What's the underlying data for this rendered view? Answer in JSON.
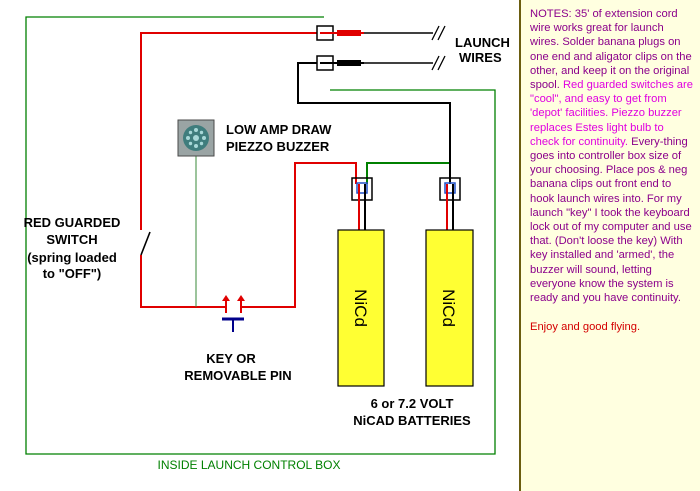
{
  "colors": {
    "red_wire": "#e00000",
    "green_wire": "#008000",
    "black_wire": "#000000",
    "battery_fill": "#ffff33",
    "notes_bg": "#ffffe0",
    "notes_purple": "#8b008b",
    "notes_magenta": "#e000e0",
    "notes_red": "#d40000"
  },
  "labels": {
    "launch_wires_line1": "LAUNCH",
    "launch_wires_line2": "WIRES",
    "buzzer_line1": "LOW AMP DRAW",
    "buzzer_line2": "PIEZZO BUZZER",
    "switch_line1": "RED GUARDED",
    "switch_line2": "SWITCH",
    "switch_line3": "(spring loaded",
    "switch_line4": "to \"OFF\")",
    "key_line1": "KEY OR",
    "key_line2": "REMOVABLE PIN",
    "battery_left": "NiCd",
    "battery_right": "NiCd",
    "batteries_line1": "6 or 7.2 VOLT",
    "batteries_line2": "NiCAD BATTERIES",
    "box_caption": "INSIDE LAUNCH CONTROL BOX"
  },
  "notes": {
    "part1": "NOTES:  35' of extension cord wire works great for launch wires.  Solder banana plugs on one end and aligator clips on the other, and keep it on the original spool.",
    "part2": " Red guarded switches are \"cool\", and easy to get from 'depot' facilities.  Piezzo buzzer replaces Estes light bulb to check for continuity.",
    "part3": "  Every-thing goes into controller box size of your choosing.  Place pos & neg banana clips out front end to hook launch wires into.  For my launch \"key\" I took the keyboard lock out of my computer and use that. (Don't loose the key)  With key installed and 'armed', the buzzer will sound, letting everyone know the system is ready and you have continuity.",
    "closing": "Enjoy and good flying."
  }
}
